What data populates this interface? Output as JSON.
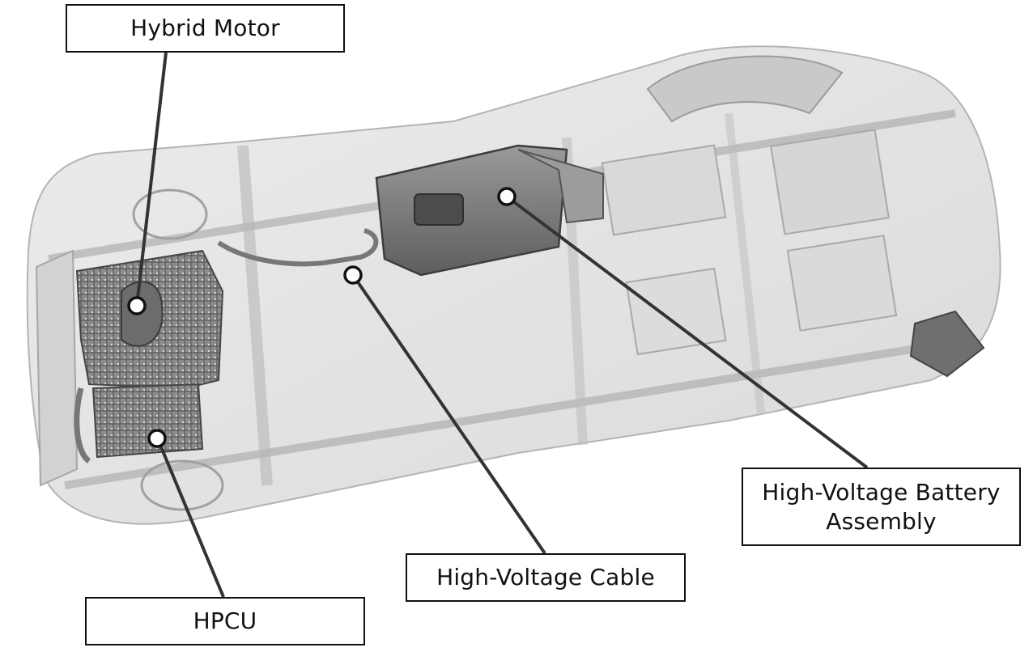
{
  "callouts": {
    "hybrid_motor": {
      "label": "Hybrid Motor"
    },
    "battery": {
      "line1": "High-Voltage Battery",
      "line2": "Assembly"
    },
    "cable": {
      "label": "High-Voltage Cable"
    },
    "hpcu": {
      "label": "HPCU"
    }
  },
  "colors": {
    "line": "#333333",
    "marker_fill": "#ffffff",
    "border": "#111111",
    "battery_tray": "#7d7d7d",
    "chassis": "#c8c8c8"
  }
}
